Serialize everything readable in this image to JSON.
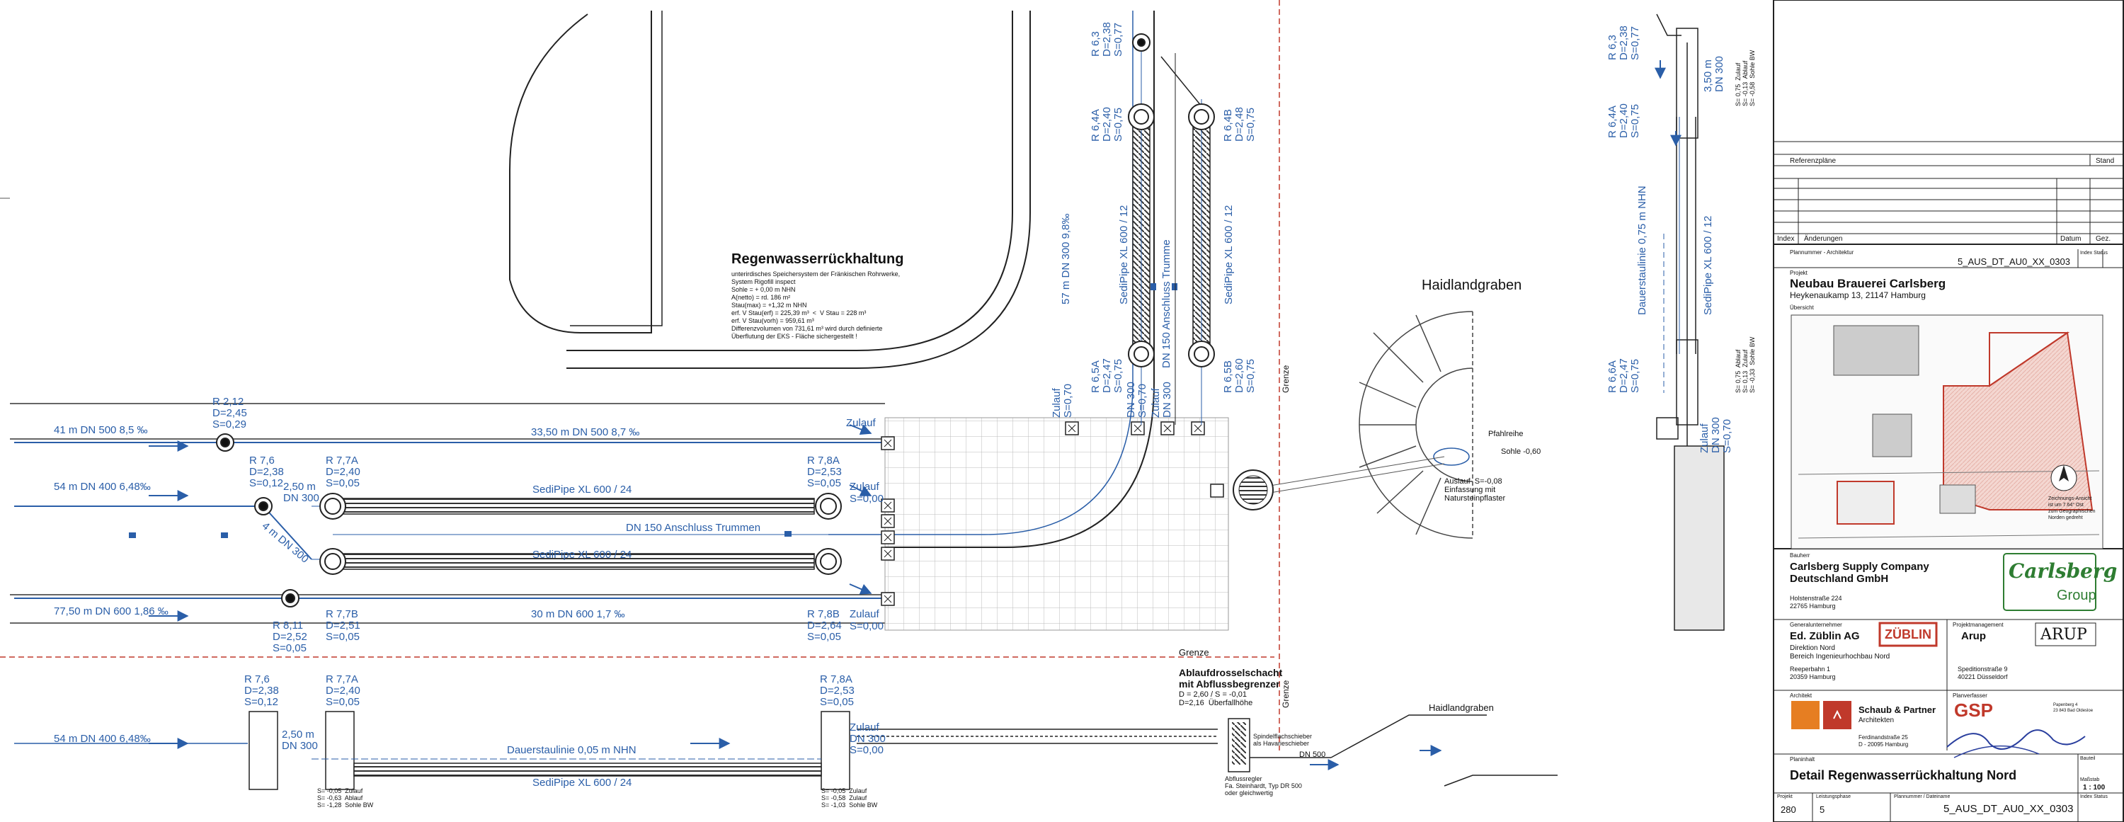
{
  "plan": {
    "title": "Regenwasserrückhaltung",
    "notes": [
      "unterirdisches Speichersystem der Fränkischen Rohrwerke,",
      "System Rigofill inspect",
      "Sohle = + 0,00 m NHN",
      "A(netto) = rd. 186 m²",
      "Stau(max) = +1,32 m NHN",
      "erf. V Stau(erf) = 225,39 m³  <  V Stau = 228 m³",
      "erf. V Stau(vorh) = 959,61 m³",
      "Differenzvolumen von 731,61 m³ wird durch definierte",
      "Überflutung der EKS - Fläche sichergestellt !"
    ],
    "haidlandgraben": "Haidlandgraben",
    "grenze": "Grenze",
    "pipe_labels": {
      "p1": "41 m  DN 500  8,5 ‰",
      "p2": "33,50 m  DN 500  8,7 ‰",
      "p3": "54 m  DN 400  6,48‰",
      "p4": "77,50 m  DN 600  1,86 ‰",
      "p5": "30 m  DN 600  1,7 ‰",
      "p6": "DN 150  Anschluss Trummen",
      "sedi_top": "SediPipe XL 600 / 24",
      "sedi_bottom": "SediPipe XL 600 / 24",
      "v1": "57 m  DN 300  9,8‰",
      "v2": "DN 150  Anschluss Trumme",
      "v3": "SediPipe XL 600 / 12",
      "v4": "SediPipe XL 600 / 12",
      "diag1": "4 m  DN 300",
      "dn300_a": "2,50 m\nDN 300",
      "zulauf": "Zulauf",
      "s000": "S=0,00"
    },
    "nodes": {
      "r212": "R 2,12\nD=2,45\nS=0,29",
      "r76": "R 7,6\nD=2,38\nS=0,12",
      "r77a": "R 7,7A\nD=2,40\nS=0,05",
      "r78a": "R 7,8A\nD=2,53\nS=0,05",
      "r811": "R 8,11\nD=2,52\nS=0,05",
      "r77b": "R 7,7B\nD=2,51\nS=0,05",
      "r78b": "R 7,8B\nD=2,64\nS=0,05",
      "r63": "R 6,3\nD=2,38\nS=0,77",
      "r64a": "R 6,4A\nD=2,40\nS=0,75",
      "r64b": "R 6,4B\nD=2,48\nS=0,75",
      "r65a": "R 6,5A\nD=2,47\nS=0,75",
      "r65b": "R 6,5B\nD=2,60\nS=0,75",
      "zulauf_s070": "Zulauf\nS=0,70",
      "zulauf_dn300": "Zulauf\nDN 300",
      "dn300_s070": "DN 300\nS=0,70"
    },
    "pond": {
      "pfahlreihe": "Pfahlreihe",
      "sohle": "Sohle -0,60",
      "auslauf": "Auslauf  S=-0,08\nEinfassung mit\nNatursteinpflaster"
    },
    "section": {
      "r76": "R 7,6\nD=2,38\nS=0,12",
      "r77a": "R 7,7A\nD=2,40\nS=0,05",
      "r78a": "R 7,8A\nD=2,53\nS=0,05",
      "pipe": "54 m  DN 400  6,48‰",
      "dn300": "2,50 m\nDN 300",
      "dauerstau": "Dauerstaulinie 0,05 m NHN",
      "sedi": "SediPipe XL 600 / 24",
      "zulauf": "Zulauf\nDN 300\nS=0,00",
      "drossel_title": "Ablaufdrosselschacht\nmit Abflussbegrenzer",
      "drossel_vals": "D = 2,60 / S = -0,01\nD=2,16  Überfallhöhe",
      "spindel": "Spindelflachschieber\nals Havarieschieber",
      "dn500": "DN 500",
      "regler": "Abflussregler\nFa. Steinhardt, Typ DR 500\noder gleichwertig",
      "haidland": "Haidlandgraben",
      "bot1": "S= -0,05  Zulauf\nS= -0,63  Ablauf\nS= -1,28  Sohle BW",
      "bot2": "S= -0,05  Zulauf\nS= -0,58  Zulauf\nS= -1,03  Sohle BW"
    },
    "side": {
      "r63": "R 6,3\nD=2,38\nS=0,77",
      "r64a": "R 6,4A\nD=2,40\nS=0,75",
      "r66a": "R 6,6A\nD=2,47\nS=0,75",
      "dim": "3,50 m\nDN 300",
      "dauer": "Dauerstaulinie 0,75 m NHN",
      "sedi": "SediPipe XL 600 / 12",
      "zulauf": "Zulauf\nDN 300\nS=0,70",
      "top_vals": "S= 0,75  Zulauf\nS= -0,13  Ablauf\nS= -0,58  Sohle BW",
      "mid_vals": "S= 0,75  Ablauf\nS= 0,13  Zulauf\nS= -0,33  Sohle BW"
    }
  },
  "titleblock": {
    "referenzplaene": "Referenzpläne",
    "stand": "Stand",
    "index": "Index",
    "aenderungen": "Änderungen",
    "datum": "Datum",
    "gez": "Gez.",
    "plannummer_label": "Plannummer - Architektur",
    "plannummer": "5_AUS_DT_AU0_XX_0303",
    "index_status": "Index Status",
    "projekt_label": "Projekt",
    "projekt": "Neubau Brauerei Carlsberg",
    "adresse": "Heykenaukamp 13, 21147 Hamburg",
    "uebersicht": "Übersicht",
    "map_note": "Zeichnungs-Ansicht\nist um 7.64° Ost\nzum Geographischen\nNorden gedreht",
    "bauherr_label": "Bauherr",
    "bauherr": "Carlsberg Supply Company\nDeutschland GmbH",
    "bauherr_addr": "Holstenstraße 224\n22765 Hamburg",
    "carlsberg_logo": "Carlsberg",
    "carlsberg_group": "Group",
    "gu_label": "Generalunternehmer",
    "gu": "Ed. Züblin AG",
    "gu_sub": "Direktion Nord\nBereich Ingenieurhochbau Nord",
    "gu_addr": "Reeperbahn 1\n20359 Hamburg",
    "zueblin_logo": "ZÜBLIN",
    "pm_label": "Projektmanagement",
    "pm": "Arup",
    "pm_addr": "Speditionstraße 9\n40221 Düsseldorf",
    "arup_logo": "ARUP",
    "arch_label": "Architekt",
    "arch": "Schaub & Partner",
    "arch_sub": "Architekten",
    "arch_addr": "Ferdinandstraße 25\nD - 20095 Hamburg",
    "planverf_label": "Planverfasser",
    "gsp_logo": "GSP",
    "gsp_addr": "Papenberg 4\n23 843 Bad Oldesloe",
    "planinhalt_label": "Planinhalt",
    "planinhalt": "Detail Regenwasserrückhaltung  Nord",
    "bauteil_label": "Bauteil",
    "massstab_label": "Maßstab",
    "massstab": "1 : 100",
    "projekt_nr_label": "Projekt",
    "projekt_nr": "280",
    "lph_label": "Leistungsphase",
    "lph": "5",
    "plannr_label": "Plannummer / Dateiname",
    "plannr": "5_AUS_DT_AU0_XX_0303",
    "index2": "Index Status"
  },
  "colors": {
    "blue": "#2a5ea8",
    "red": "#c0392b",
    "dark": "#222222"
  }
}
